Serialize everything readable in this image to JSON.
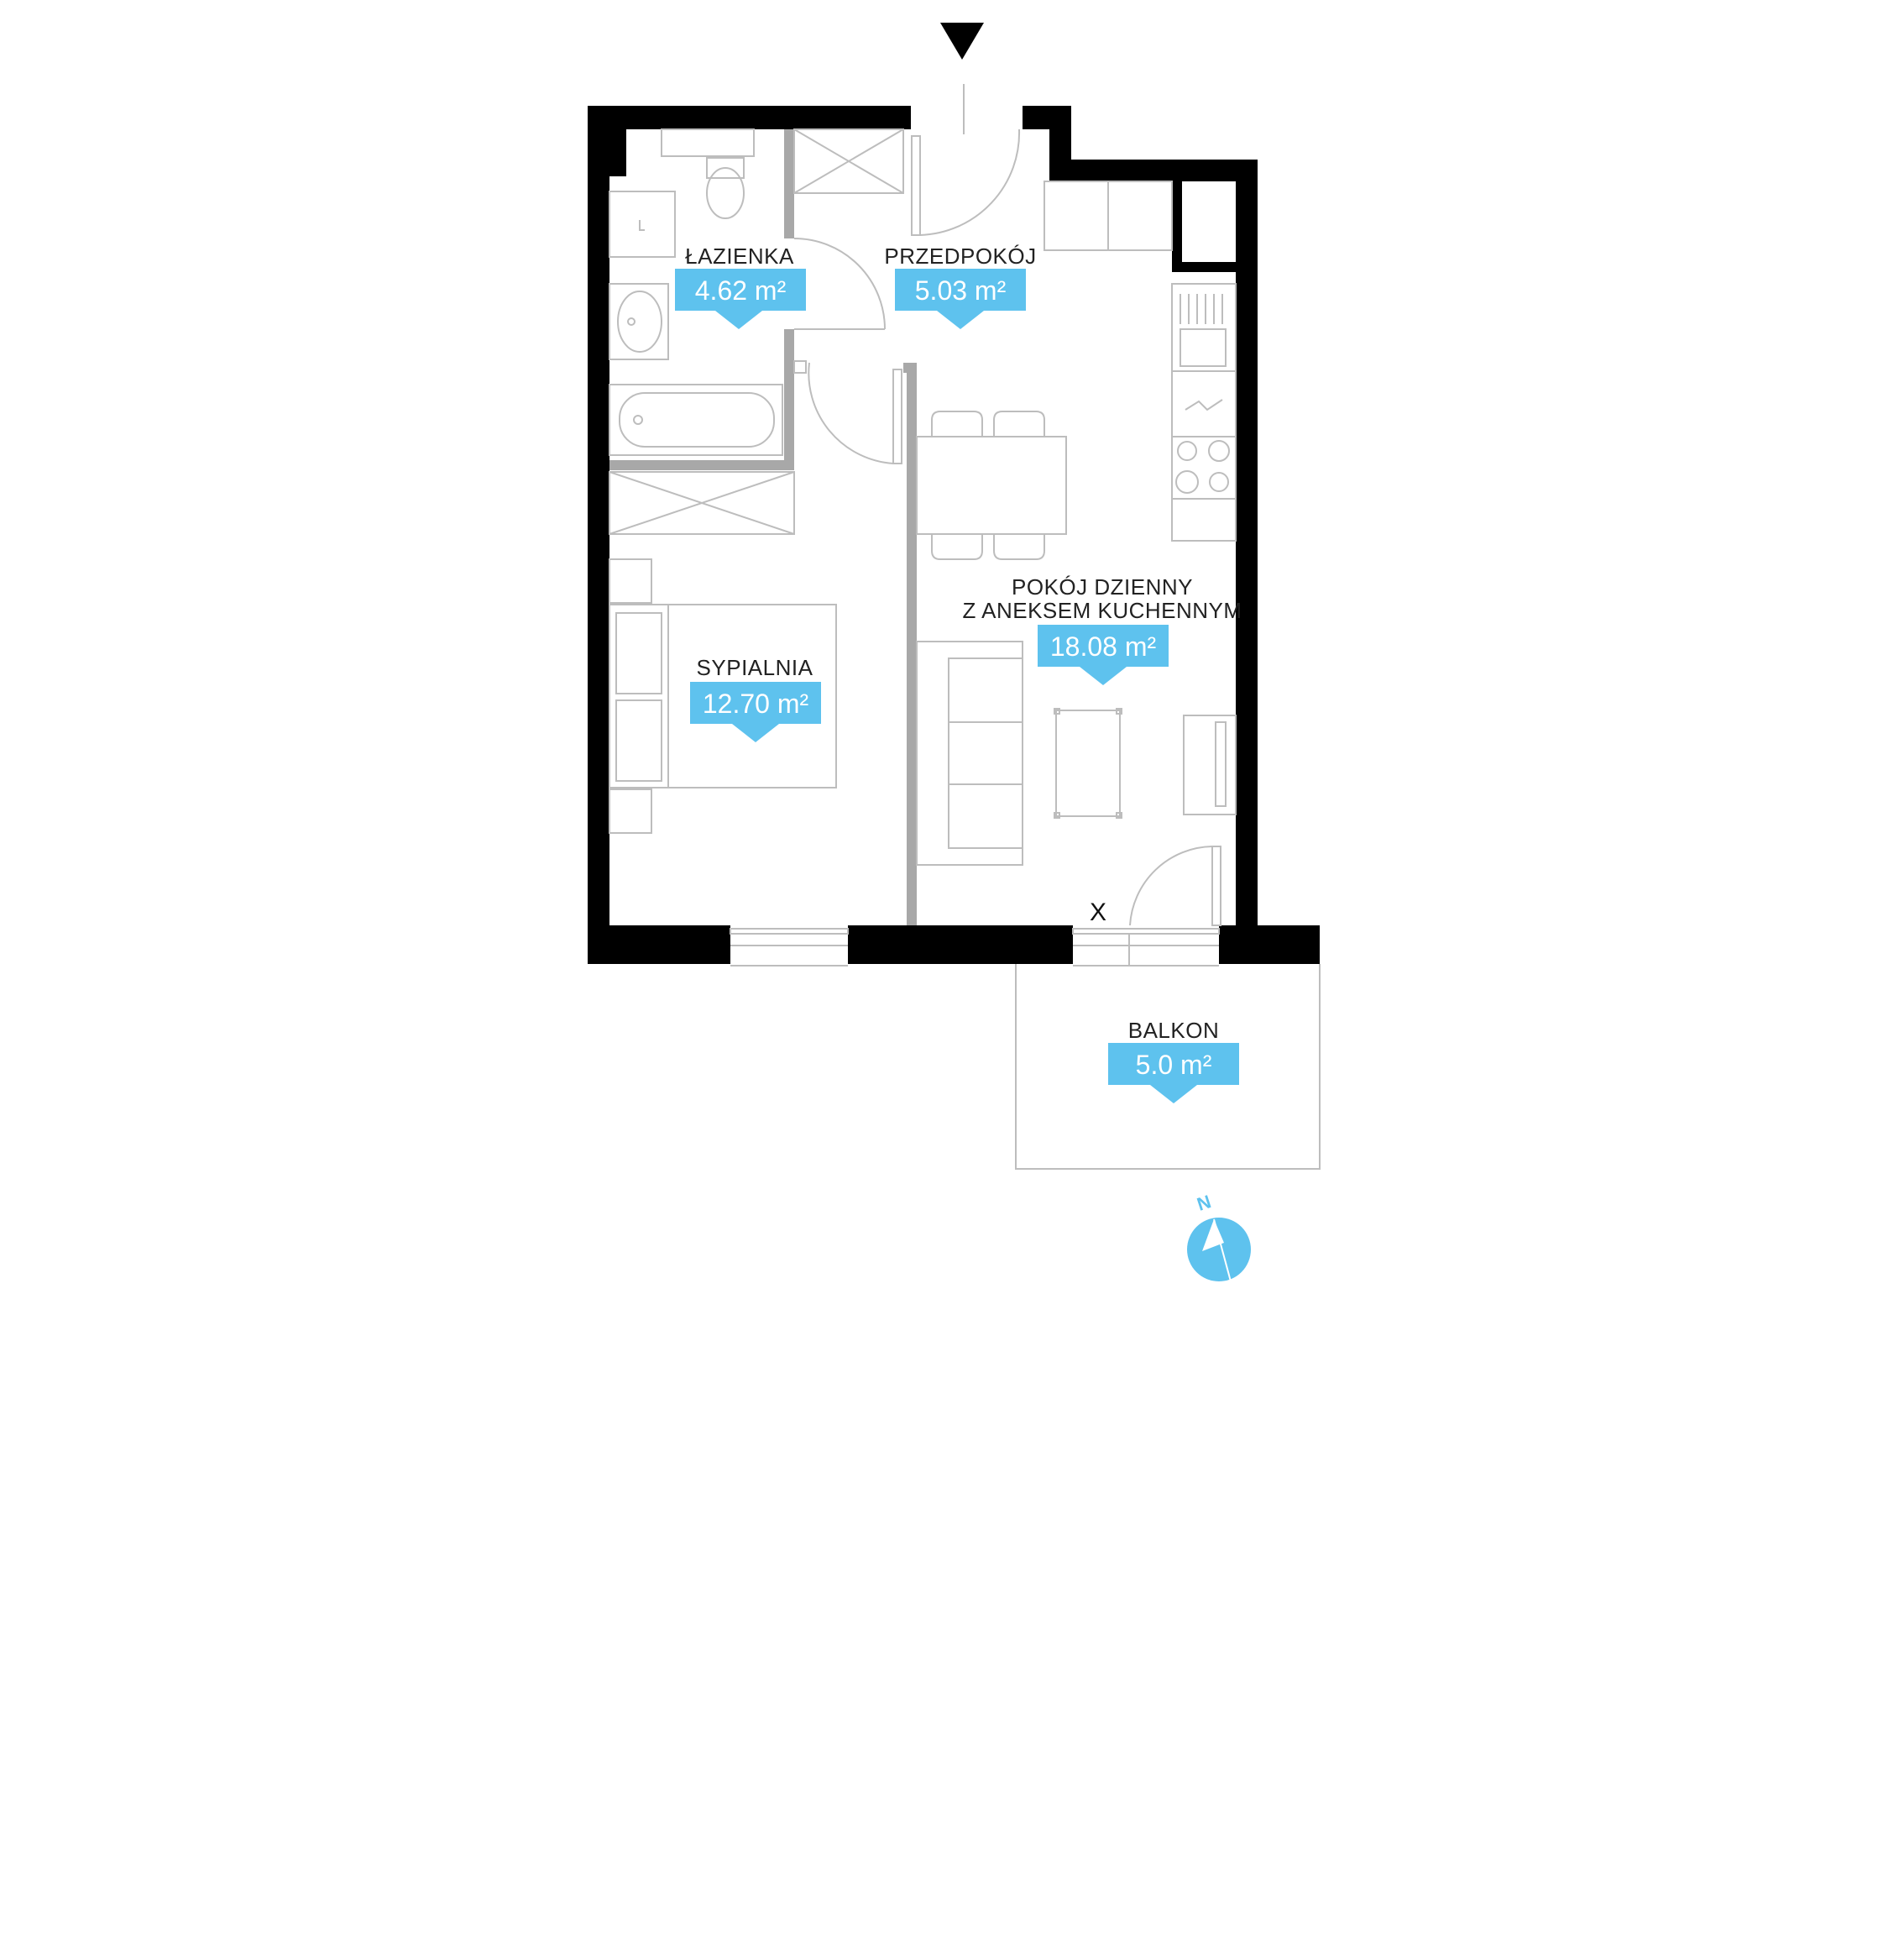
{
  "colors": {
    "wall": "#000000",
    "partition": "#a8a8a8",
    "line": "#bdbdbd",
    "accent": "#5ec2ee",
    "text": "#222222"
  },
  "rooms": {
    "bathroom": {
      "name": "ŁAZIENKA",
      "area": "4.62 m²"
    },
    "hallway": {
      "name": "PRZEDPOKÓJ",
      "area": "5.03 m²"
    },
    "living": {
      "name_line1": "POKÓJ DZIENNY",
      "name_line2": "Z ANEKSEM KUCHENNYM",
      "area": "18.08 m²"
    },
    "bedroom": {
      "name": "SYPIALNIA",
      "area": "12.70 m²"
    },
    "balcony": {
      "name": "BALKON",
      "area": "5.0 m²"
    }
  },
  "markers": {
    "door_mark": "X",
    "north_label": "N"
  },
  "icons": {
    "entrance": "entrance-arrow-icon",
    "compass": "north-compass-icon"
  }
}
